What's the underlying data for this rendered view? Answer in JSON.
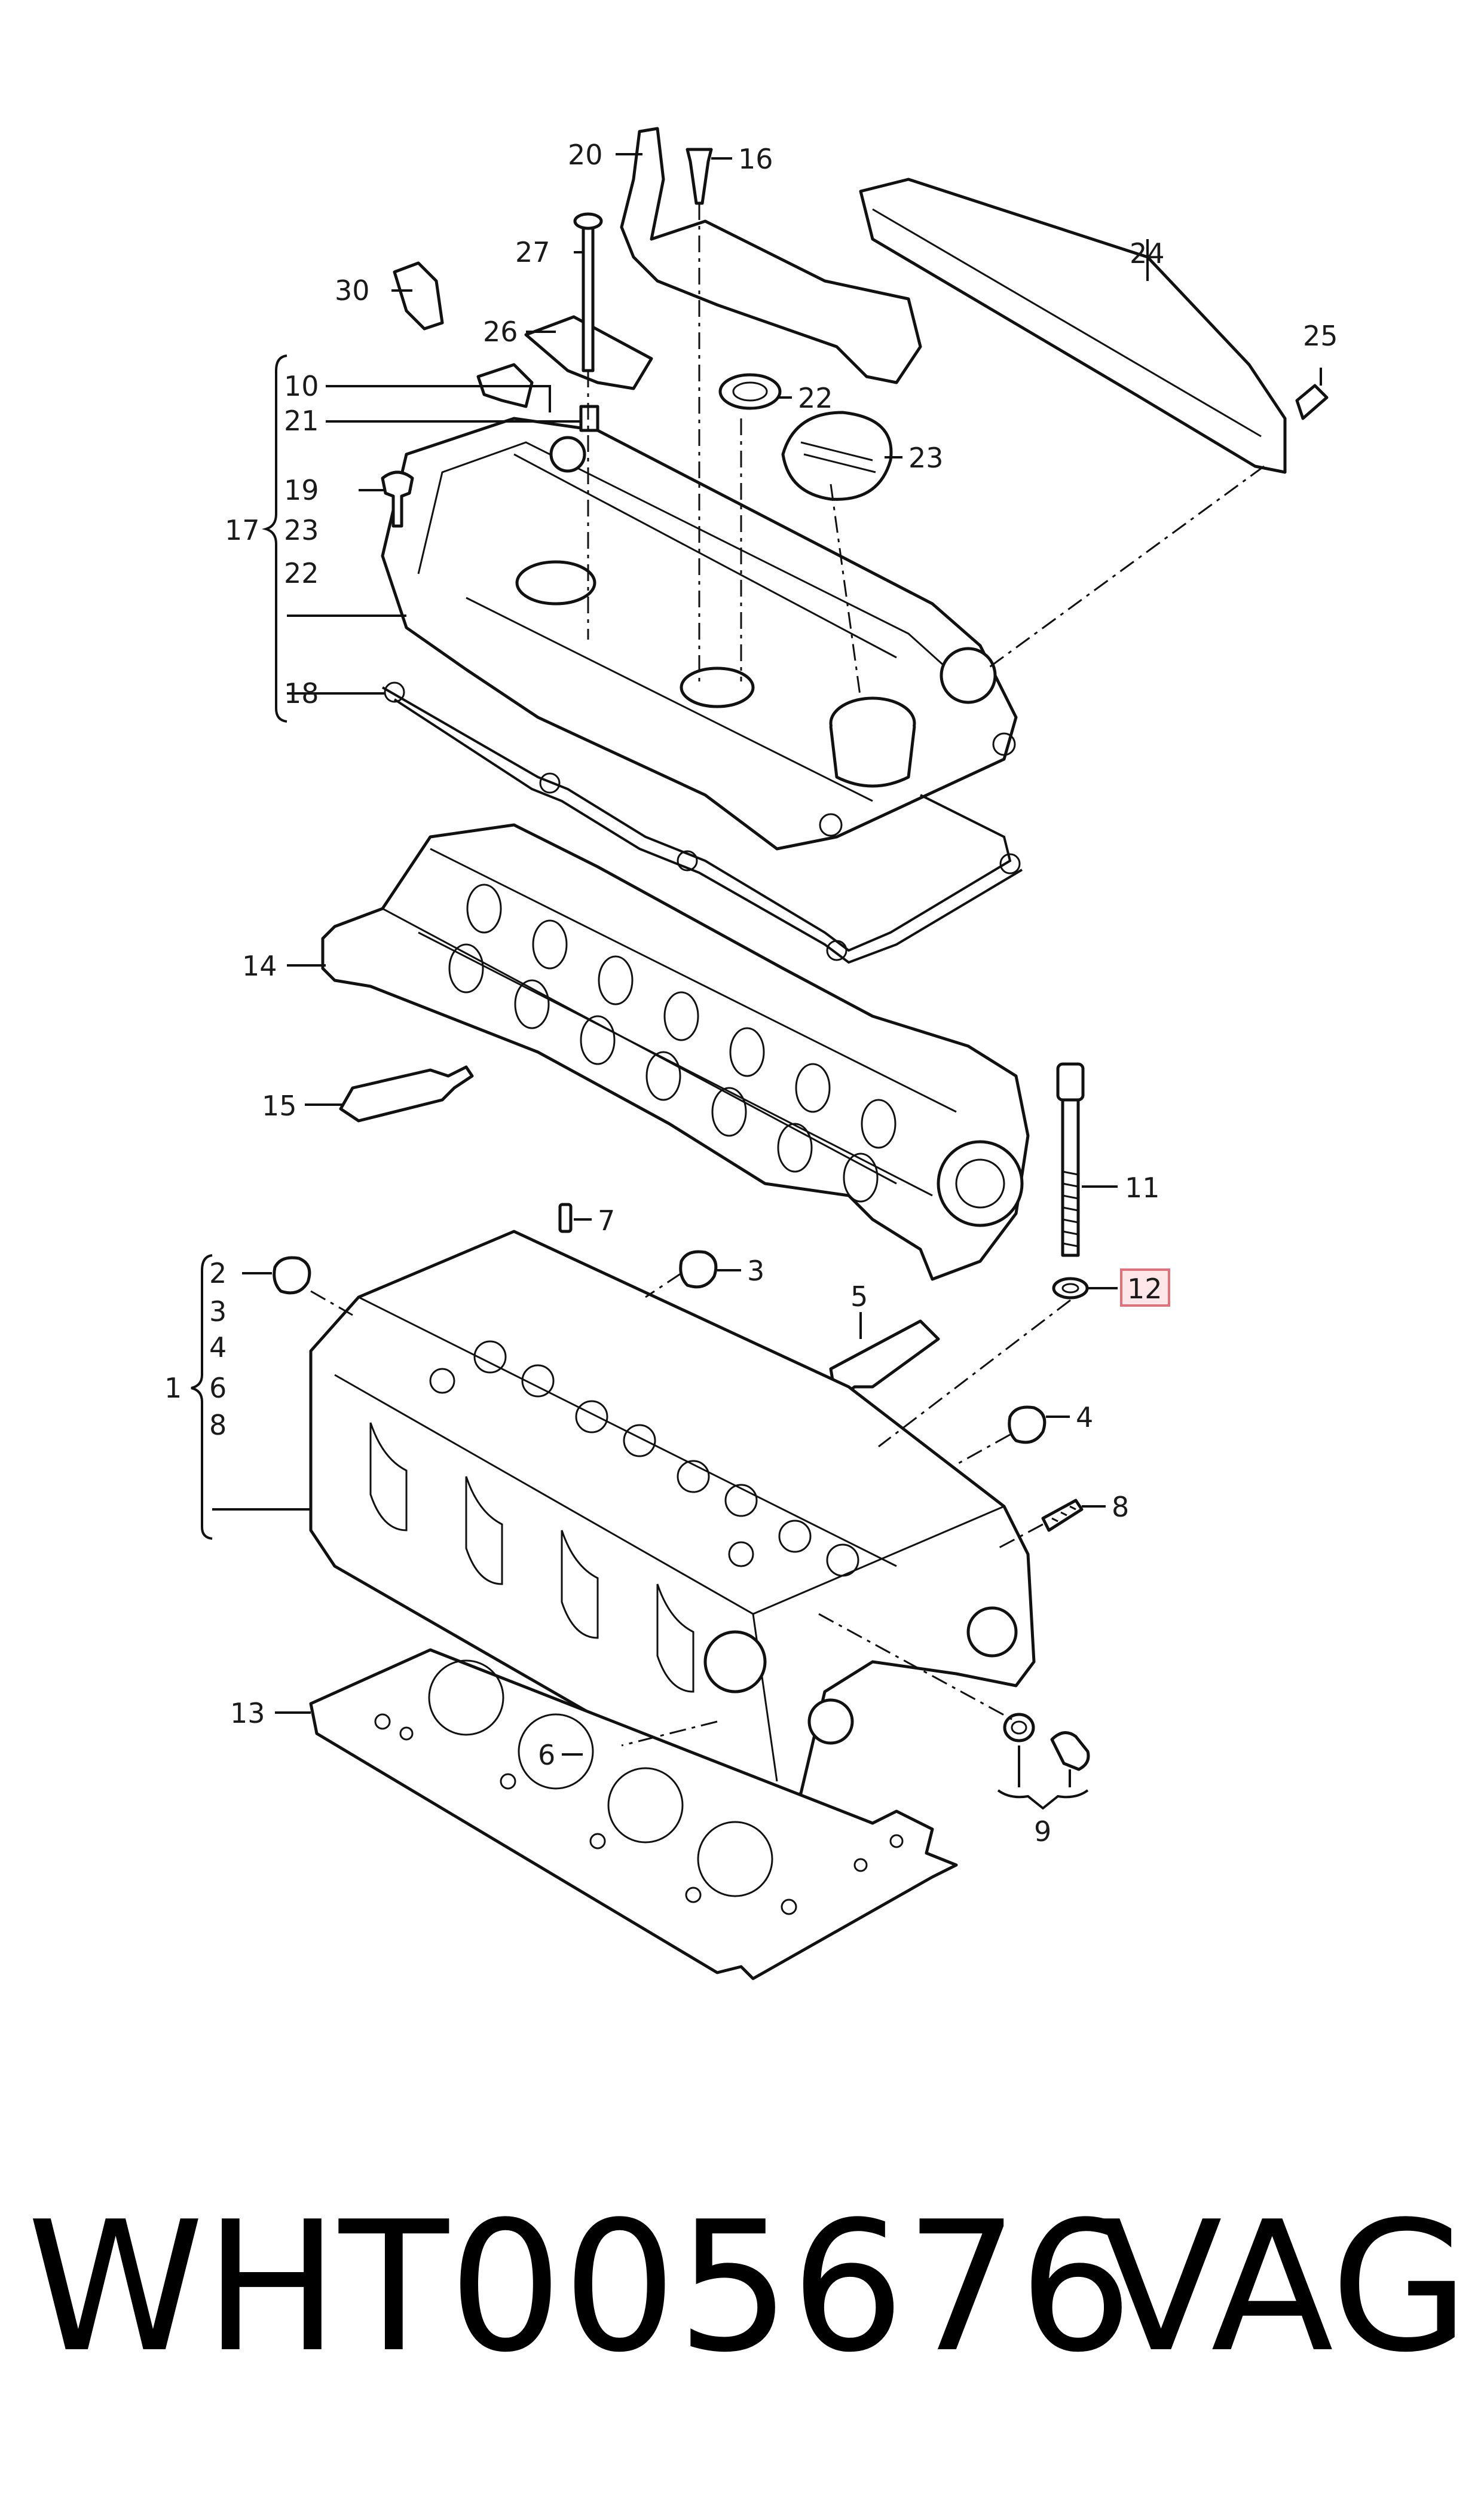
{
  "labels": {
    "l1": "1",
    "l2": "2",
    "l3": "3",
    "l3b": "3",
    "l4": "4",
    "l4b": "4",
    "l5": "5",
    "l6": "6",
    "l6b": "6",
    "l7": "7",
    "l8": "8",
    "l8b": "8",
    "l9": "9",
    "l10": "10",
    "l11": "11",
    "l12": "12",
    "l13": "13",
    "l14": "14",
    "l15": "15",
    "l16": "16",
    "l17": "17",
    "l18": "18",
    "l19": "19",
    "l20": "20",
    "l21": "21",
    "l22a": "22",
    "l22b": "22",
    "l23a": "23",
    "l23b": "23",
    "l24": "24",
    "l25": "25",
    "l26": "26",
    "l27": "27",
    "l30": "30"
  },
  "highlight": {
    "part_number": "12",
    "color": "#e0707a"
  },
  "footer": {
    "part_code": "WHT005676",
    "brand": "VAG"
  }
}
